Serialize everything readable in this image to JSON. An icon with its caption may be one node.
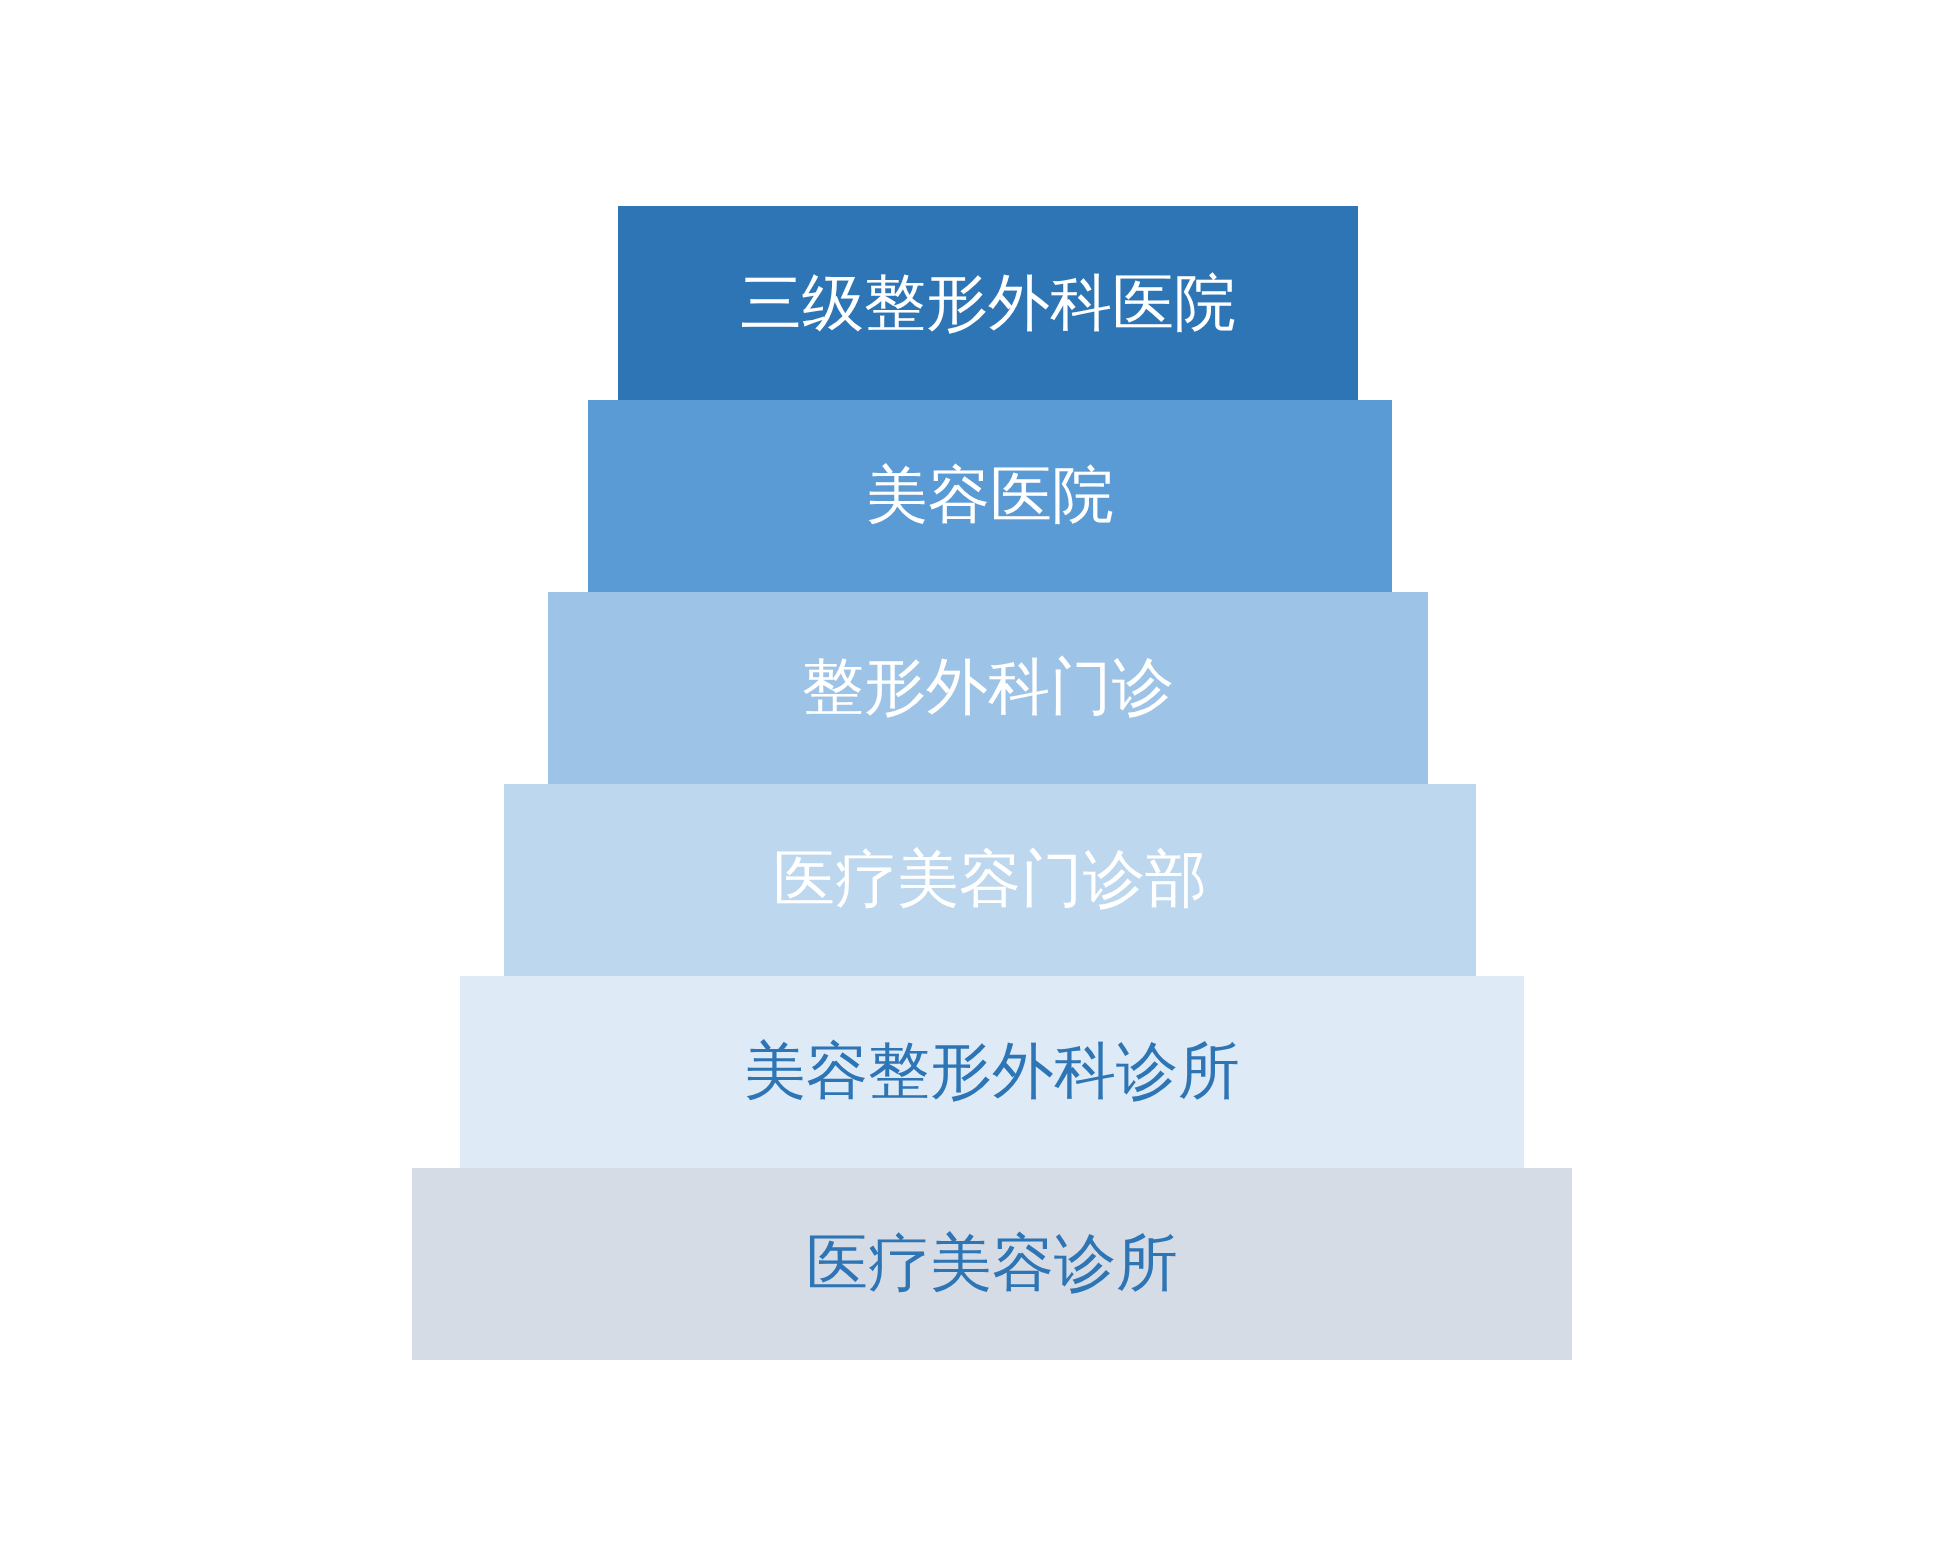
{
  "diagram": {
    "nodes": [
      {
        "text": [
          "三级整形外科医院"
        ]
      },
      {
        "text": [
          "美容医院"
        ]
      },
      {
        "text": [
          "整形外科门诊"
        ]
      },
      {
        "text": [
          "医疗美容门诊部"
        ]
      },
      {
        "text": [
          "美容整形外科诊所"
        ]
      },
      {
        "text": [
          "医疗美容诊所"
        ]
      }
    ]
  }
}
